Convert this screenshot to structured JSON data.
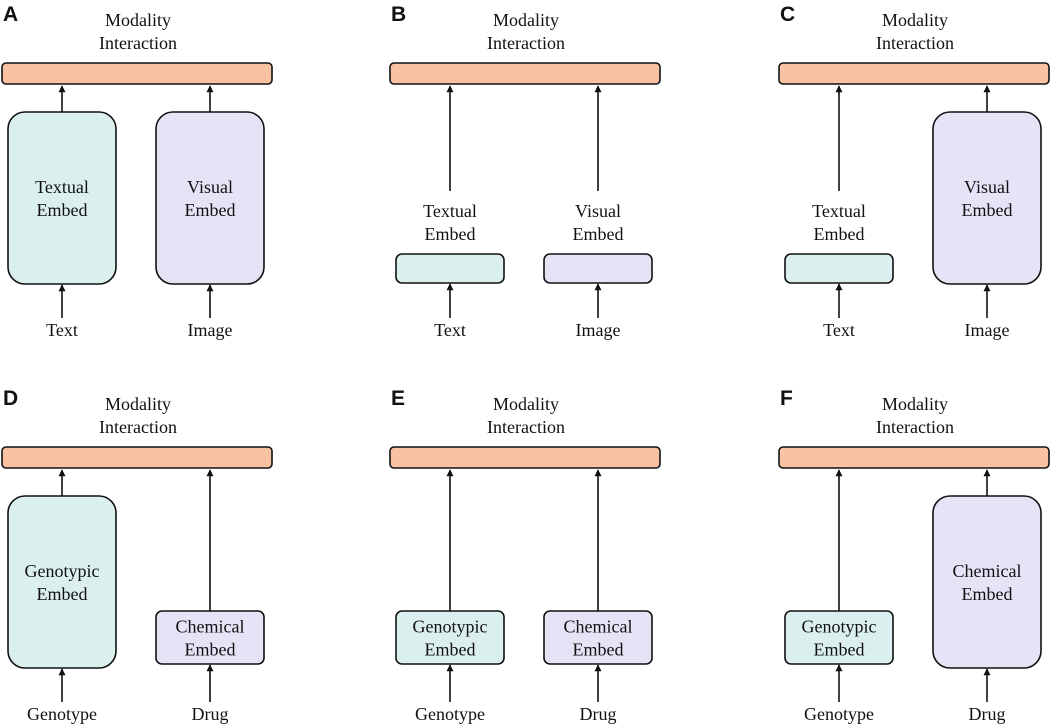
{
  "panels": [
    {
      "id": "A",
      "top_label": [
        "Modality",
        "Interaction"
      ],
      "left_box": {
        "lines": [
          "Textual",
          "Embed"
        ],
        "label_inside": true
      },
      "right_box": {
        "lines": [
          "Visual",
          "Embed"
        ],
        "label_inside": true
      },
      "left_input": "Text",
      "right_input": "Image"
    },
    {
      "id": "B",
      "top_label": [
        "Modality",
        "Interaction"
      ],
      "left_box": {
        "lines": [
          "Textual",
          "Embed"
        ],
        "label_inside": false
      },
      "right_box": {
        "lines": [
          "Visual",
          "Embed"
        ],
        "label_inside": false
      },
      "left_input": "Text",
      "right_input": "Image"
    },
    {
      "id": "C",
      "top_label": [
        "Modality",
        "Interaction"
      ],
      "left_box": {
        "lines": [
          "Textual",
          "Embed"
        ],
        "label_inside": false
      },
      "right_box": {
        "lines": [
          "Visual",
          "Embed"
        ],
        "label_inside": true
      },
      "left_input": "Text",
      "right_input": "Image"
    },
    {
      "id": "D",
      "top_label": [
        "Modality",
        "Interaction"
      ],
      "left_box": {
        "lines": [
          "Genotypic",
          "Embed"
        ],
        "label_inside": true
      },
      "right_box": {
        "lines": [
          "Chemical",
          "Embed"
        ],
        "label_inside": true
      },
      "left_input": "Genotype",
      "right_input": "Drug"
    },
    {
      "id": "E",
      "top_label": [
        "Modality",
        "Interaction"
      ],
      "left_box": {
        "lines": [
          "Genotypic",
          "Embed"
        ],
        "label_inside": true
      },
      "right_box": {
        "lines": [
          "Chemical",
          "Embed"
        ],
        "label_inside": true
      },
      "left_input": "Genotype",
      "right_input": "Drug"
    },
    {
      "id": "F",
      "top_label": [
        "Modality",
        "Interaction"
      ],
      "left_box": {
        "lines": [
          "Genotypic",
          "Embed"
        ],
        "label_inside": true
      },
      "right_box": {
        "lines": [
          "Chemical",
          "Embed"
        ],
        "label_inside": true
      },
      "left_input": "Genotype",
      "right_input": "Drug"
    }
  ],
  "colors": {
    "interaction_bar": "#f9c3a1",
    "left_embed": "#dcefef",
    "right_embed": "#e6e3f6",
    "stroke": "#111111"
  }
}
